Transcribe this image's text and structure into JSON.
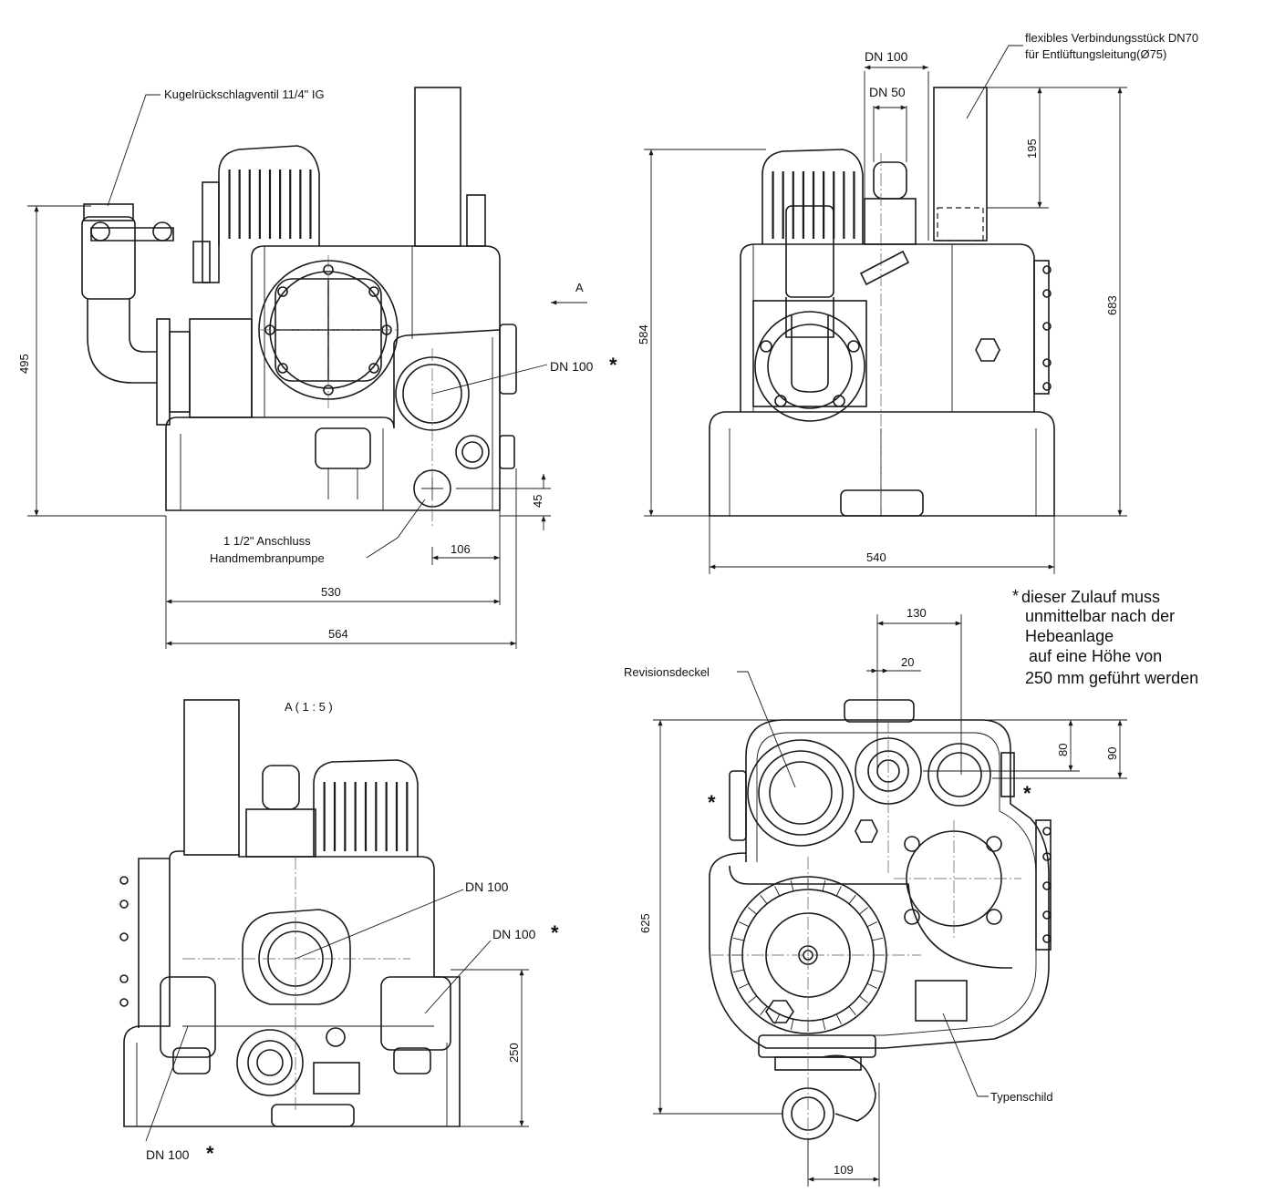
{
  "views": {
    "front": {
      "valve_label": "Kugelrückschlagventil 11/4\" IG",
      "inlet_label": "DN 100",
      "inlet_star": "*",
      "arrow_label": "A",
      "pump_conn_line1": "1 1/2\" Anschluss",
      "pump_conn_line2": "Handmembranpumpe",
      "dim_height": "495",
      "dim_45": "45",
      "dim_106": "106",
      "dim_530": "530",
      "dim_564": "564"
    },
    "side": {
      "dn100_label": "DN 100",
      "dn50_label": "DN 50",
      "flex_line1": "flexibles Verbindungsstück DN70",
      "flex_line2": "für Entlüftungsleitung(Ø75)",
      "dim_195": "195",
      "dim_584": "584",
      "dim_683": "683",
      "dim_540": "540"
    },
    "view_a": {
      "title": "A ( 1 : 5 )",
      "dn100_top": "DN 100",
      "dn100_right": "DN 100",
      "dn100_left": "DN 100",
      "star": "*",
      "dim_250": "250"
    },
    "top": {
      "revision_label": "Revisionsdeckel",
      "type_plate_label": "Typenschild",
      "star": "*",
      "dim_130": "130",
      "dim_20": "20",
      "dim_80": "80",
      "dim_90": "90",
      "dim_625": "625",
      "dim_109": "109"
    }
  },
  "note": {
    "star": "*",
    "line1": "dieser Zulauf muss",
    "line2": "unmittelbar nach der",
    "line3": "Hebeanlage",
    "line4": "auf eine Höhe von",
    "line5": "250 mm geführt werden"
  }
}
